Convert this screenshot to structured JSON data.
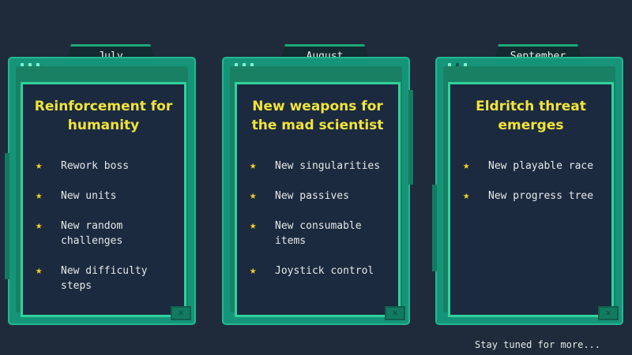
{
  "cards": [
    {
      "month": "July",
      "title": "Reinforcement for humanity",
      "items": [
        "Rework boss",
        "New units",
        "New random challenges",
        "New difficulty steps"
      ]
    },
    {
      "month": "August",
      "title": "New weapons for the mad scientist",
      "items": [
        "New singularities",
        "New passives",
        "New consumable items",
        "Joystick control"
      ]
    },
    {
      "month": "September",
      "title": "Eldritch threat emerges",
      "items": [
        "New playable race",
        "New progress tree"
      ]
    }
  ],
  "footer": "Stay tuned for more..."
}
